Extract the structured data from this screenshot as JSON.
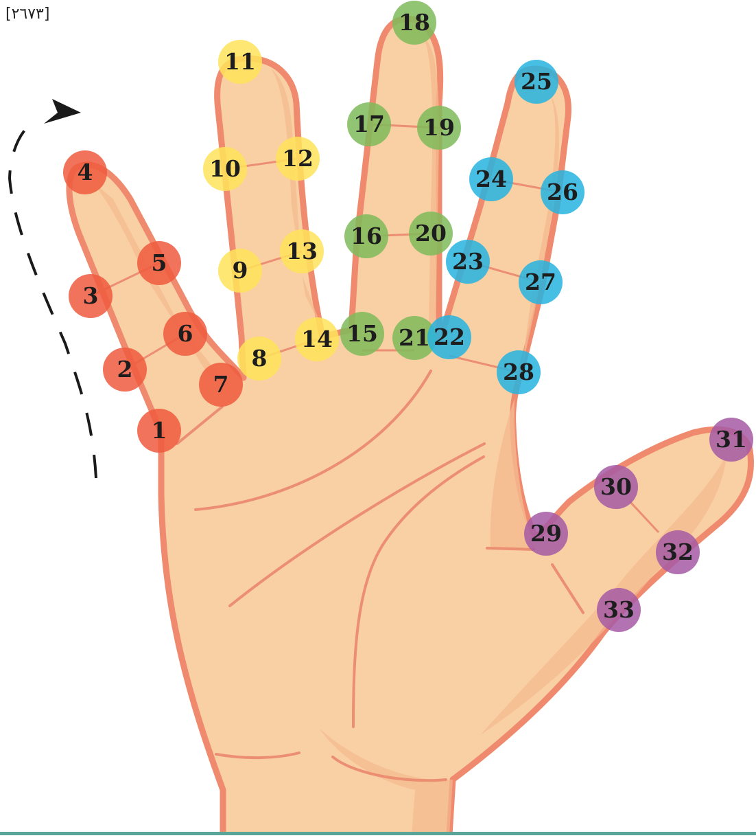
{
  "reference": "[٢٦٧٣]",
  "colors": {
    "skin": "#f9cfa4",
    "skin_shadow": "#f5b98e",
    "outline": "#ef8a6e",
    "line": "#ec8e72",
    "red": "#ef5a3e",
    "yellow": "#ffe35a",
    "green": "#7fbb5a",
    "blue": "#27b4e0",
    "purple": "#a65aa5",
    "arrow": "#1a1a1a",
    "rule": "#5aa59a"
  },
  "points": [
    {
      "label": "1",
      "group": "red"
    },
    {
      "label": "2",
      "group": "red"
    },
    {
      "label": "3",
      "group": "red"
    },
    {
      "label": "4",
      "group": "red"
    },
    {
      "label": "5",
      "group": "red"
    },
    {
      "label": "6",
      "group": "red"
    },
    {
      "label": "7",
      "group": "red"
    },
    {
      "label": "8",
      "group": "yellow"
    },
    {
      "label": "9",
      "group": "yellow"
    },
    {
      "label": "10",
      "group": "yellow"
    },
    {
      "label": "11",
      "group": "yellow"
    },
    {
      "label": "12",
      "group": "yellow"
    },
    {
      "label": "13",
      "group": "yellow"
    },
    {
      "label": "14",
      "group": "yellow"
    },
    {
      "label": "15",
      "group": "green"
    },
    {
      "label": "16",
      "group": "green"
    },
    {
      "label": "17",
      "group": "green"
    },
    {
      "label": "18",
      "group": "green"
    },
    {
      "label": "19",
      "group": "green"
    },
    {
      "label": "20",
      "group": "green"
    },
    {
      "label": "21",
      "group": "green"
    },
    {
      "label": "22",
      "group": "blue"
    },
    {
      "label": "23",
      "group": "blue"
    },
    {
      "label": "24",
      "group": "blue"
    },
    {
      "label": "25",
      "group": "blue"
    },
    {
      "label": "26",
      "group": "blue"
    },
    {
      "label": "27",
      "group": "blue"
    },
    {
      "label": "28",
      "group": "blue"
    },
    {
      "label": "29",
      "group": "purple"
    },
    {
      "label": "30",
      "group": "purple"
    },
    {
      "label": "31",
      "group": "purple"
    },
    {
      "label": "32",
      "group": "purple"
    },
    {
      "label": "33",
      "group": "purple"
    }
  ]
}
